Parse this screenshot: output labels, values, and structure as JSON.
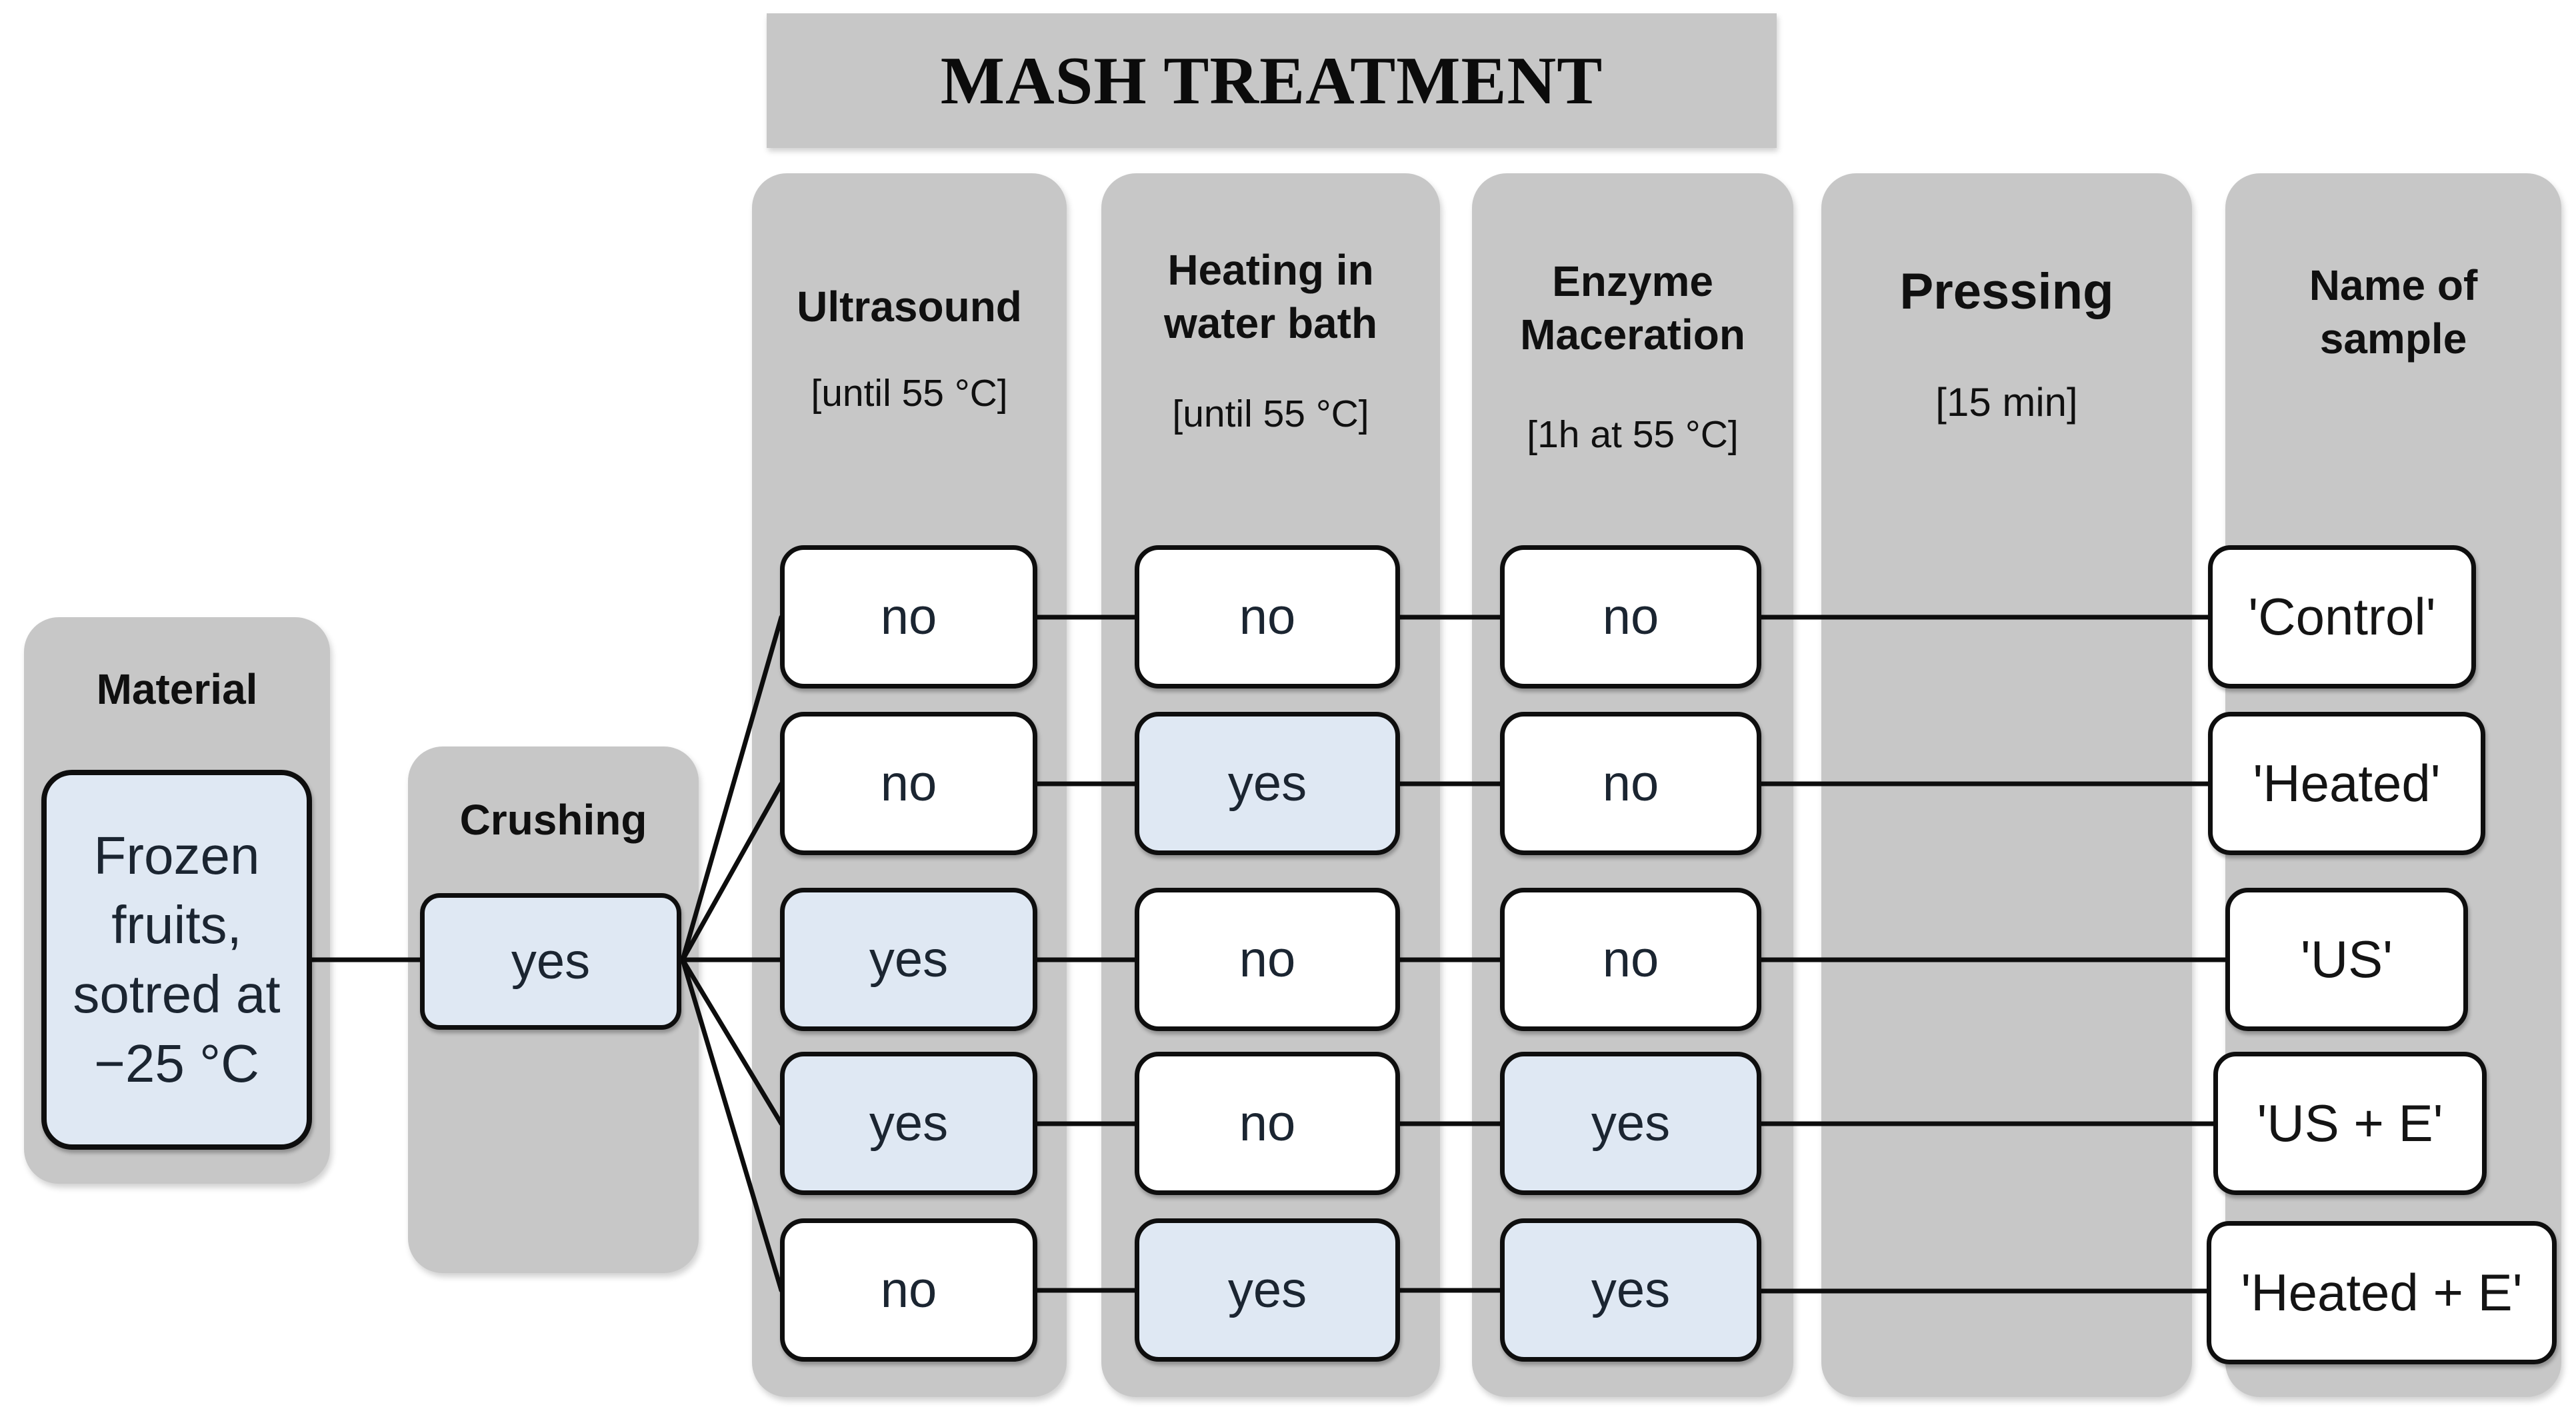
{
  "header": {
    "title": "MASH TREATMENT"
  },
  "material": {
    "label": "Material",
    "value": "Frozen\nfruits,\nsotred at\n−25 °C"
  },
  "crushing": {
    "label": "Crushing",
    "value": "yes"
  },
  "columns": {
    "ultrasound": {
      "title": "Ultrasound",
      "subtitle": "[until 55 °C]"
    },
    "heating": {
      "title": "Heating in\nwater bath",
      "subtitle": "[until 55 °C]"
    },
    "enzyme": {
      "title": "Enzyme\nMaceration",
      "subtitle": "[1h at 55 °C]"
    },
    "pressing": {
      "title": "Pressing",
      "subtitle": "[15 min]"
    },
    "sample": {
      "title": "Name of\nsample"
    }
  },
  "rows": [
    {
      "ultrasound": "no",
      "heating": "no",
      "enzyme": "no",
      "sample": "'Control'"
    },
    {
      "ultrasound": "no",
      "heating": "yes",
      "enzyme": "no",
      "sample": "'Heated'"
    },
    {
      "ultrasound": "yes",
      "heating": "no",
      "enzyme": "no",
      "sample": "'US'"
    },
    {
      "ultrasound": "yes",
      "heating": "no",
      "enzyme": "yes",
      "sample": "'US + E'"
    },
    {
      "ultrasound": "no",
      "heating": "yes",
      "enzyme": "yes",
      "sample": "'Heated + E'"
    }
  ],
  "colors": {
    "panel_gray": "#c7c7c7",
    "yes_fill": "#dfe8f3",
    "no_fill": "#ffffff",
    "line": "#0d0d0d"
  }
}
